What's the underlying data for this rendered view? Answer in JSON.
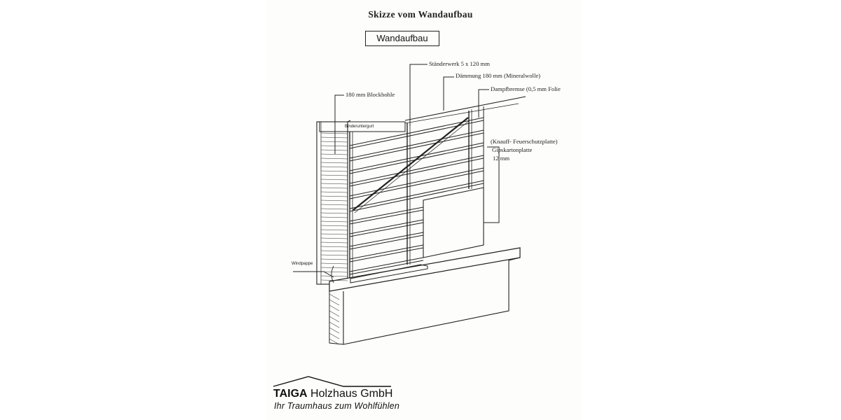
{
  "title": "Skizze vom Wandaufbau",
  "subtitle": "Wandaufbau",
  "labels": {
    "staenderwerk": "Ständerwerk 5 x 120 mm",
    "daemmung": "Dämmung 180 mm (Mineralwolle)",
    "dampfbremse": "Dampfbremse (0,5 mm Folie",
    "blockbohle": "180 mm Blockbohle",
    "binderuntergurt": "Binderuntergurt",
    "knauff": "(Knauff- Feuerschutzplatte)",
    "gipskarton": "Gipskartonplatte",
    "gipskarton_mm": "12 mm",
    "windpappe": "Windpappe"
  },
  "brand": {
    "name_bold": "TAIGA",
    "name_rest": " Holzhaus GmbH",
    "slogan": "Ihr Traumhaus zum Wohlfühlen"
  },
  "colors": {
    "ink": "#222222",
    "paper": "#fdfdfb"
  }
}
